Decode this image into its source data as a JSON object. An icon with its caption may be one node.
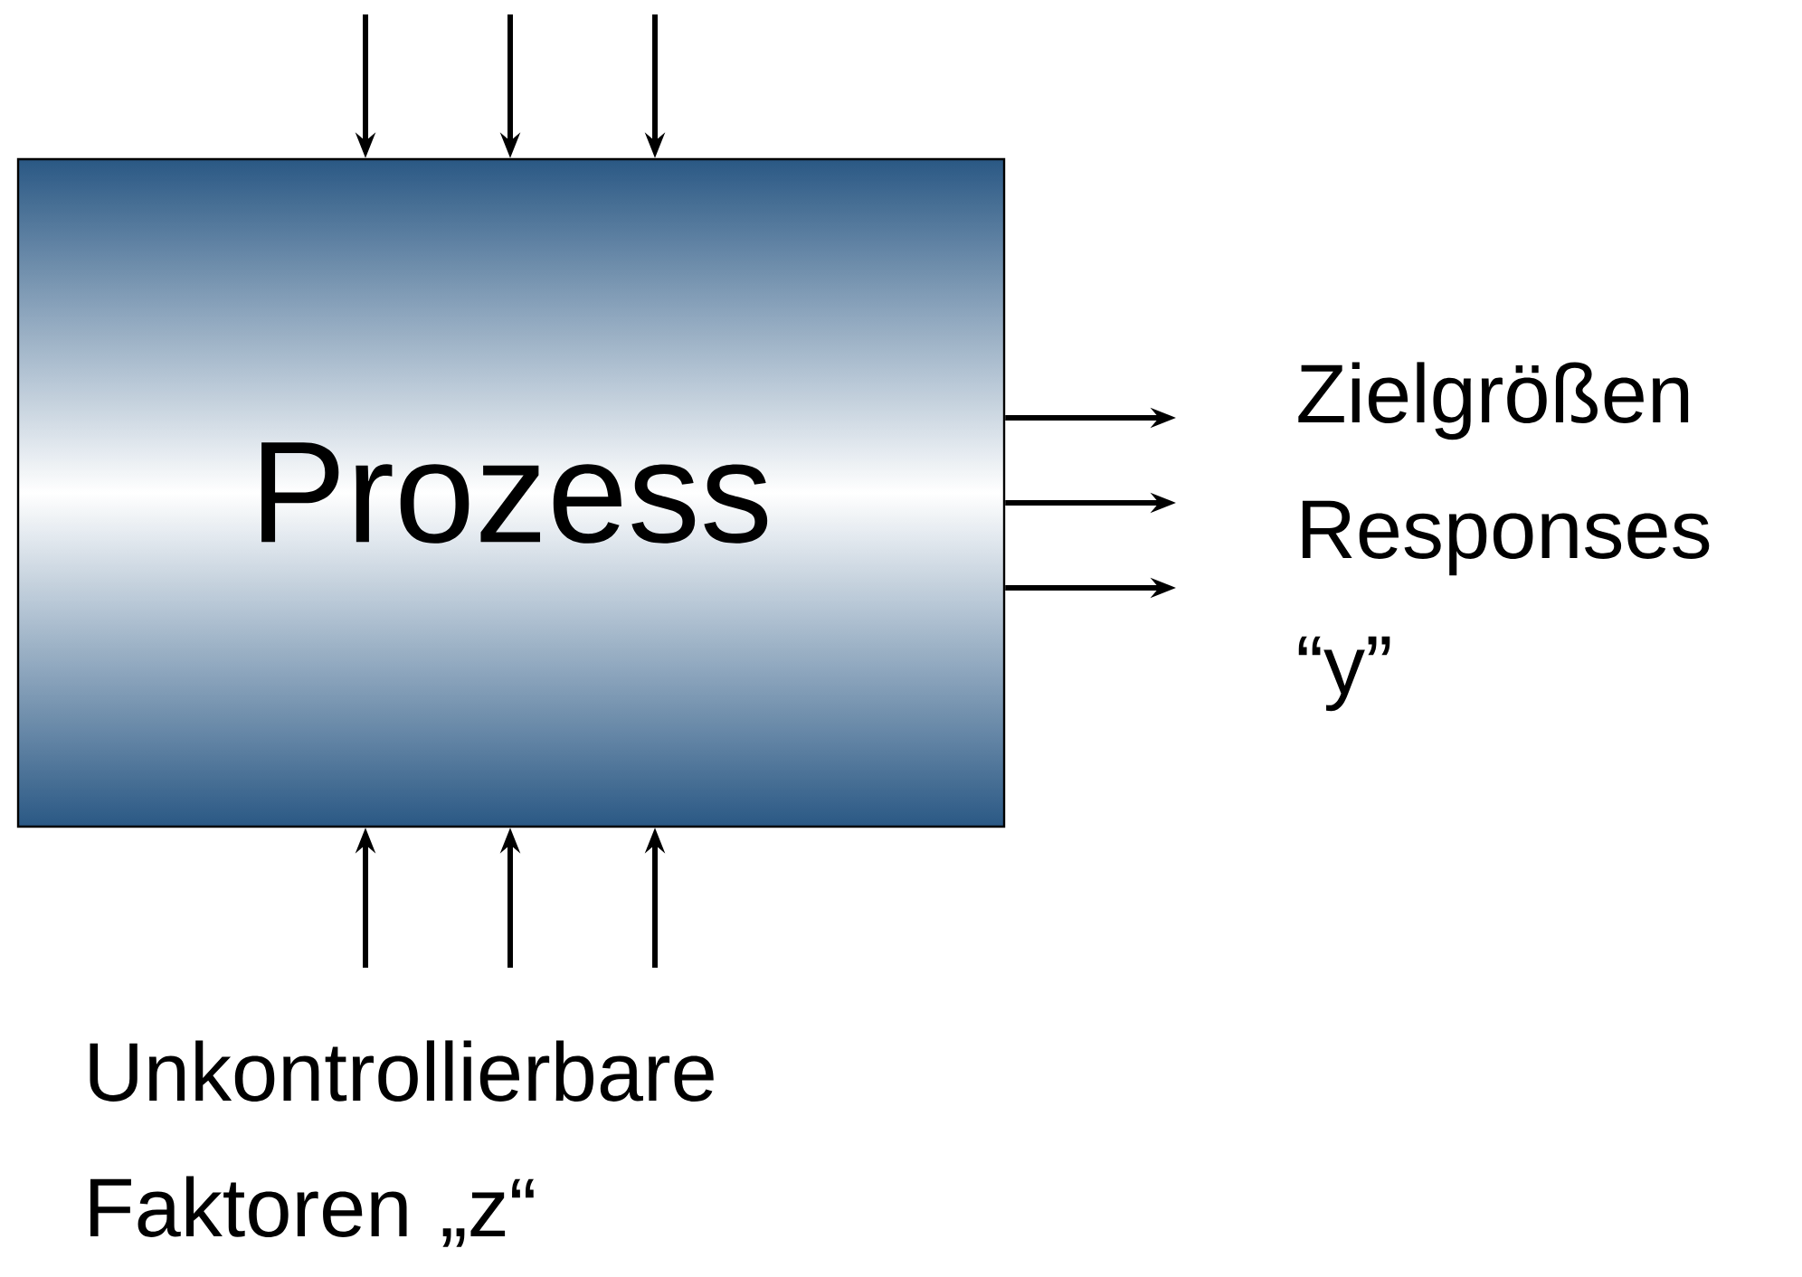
{
  "diagram": {
    "nodes": [
      {
        "text": [
          "Prozess"
        ]
      },
      {
        "text": [
          "Zielgrößen Responses “y”"
        ]
      },
      {
        "text": [
          "Unkontrollierbare Faktoren „z“"
        ]
      }
    ],
    "edges": [
      {
        "from": null,
        "to": 0,
        "arrow": "to"
      },
      {
        "from": null,
        "to": 0,
        "arrow": "to"
      },
      {
        "from": null,
        "to": 0,
        "arrow": "to"
      },
      {
        "from": 0,
        "to": null,
        "arrow": "to"
      },
      {
        "from": 0,
        "to": null,
        "arrow": "to"
      },
      {
        "from": 0,
        "to": null,
        "arrow": "to"
      },
      {
        "from": 2,
        "to": 0,
        "arrow": "to"
      },
      {
        "from": 2,
        "to": 0,
        "arrow": "to"
      },
      {
        "from": 2,
        "to": 0,
        "arrow": "to"
      }
    ]
  }
}
